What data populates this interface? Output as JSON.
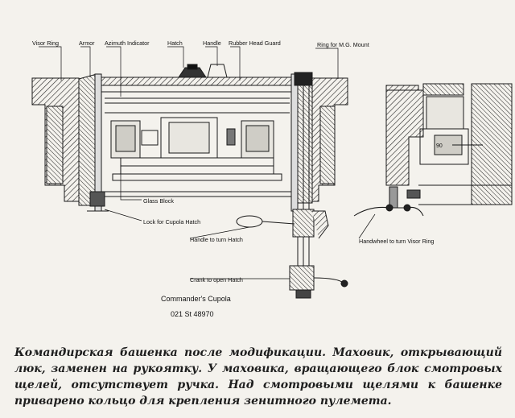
{
  "labels": {
    "visor_ring": "Visor Ring",
    "armor": "Armor",
    "azimuth_indicator": "Azimuth Indicator",
    "hatch": "Hatch",
    "handle": "Handle",
    "rubber_head_guard": "Rubber Head Guard",
    "ring_mg_mount": "Ring for M.G. Mount",
    "glass_block": "Glass Block",
    "lock_cupola_hatch": "Lock for Cupola Hatch",
    "handle_turn_hatch": "Handle to turn Hatch",
    "crank_open_hatch": "Crank to open Hatch",
    "handwheel_visor_ring": "Handwheel to turn Visor Ring",
    "side_dimension": "90"
  },
  "title": {
    "name": "Commander's Cupola",
    "code": "021 St 48970"
  },
  "caption": "Командирская башенка после модификации. Маховик, открывающий люк, заменен на рукоятку. У маховика, вращающего блок смотровых щелей, отсутствует ручка. Над смотровыми щелями к башенке приварено кольцо для крепления зенитного пулемета."
}
